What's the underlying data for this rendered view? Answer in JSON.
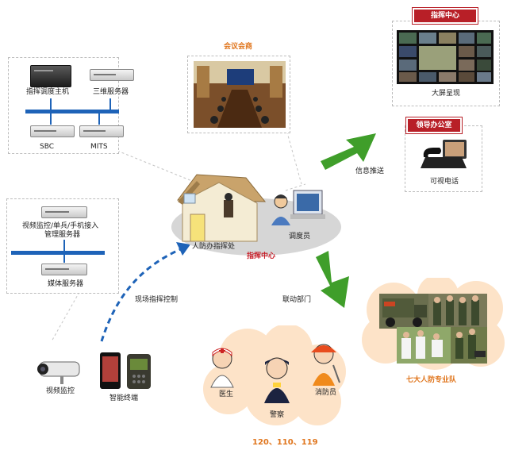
{
  "server_panel": {
    "dispatch_host": "指挥调度主机",
    "threed_server": "三维服务器",
    "sbc": "SBC",
    "mits": "MITS"
  },
  "access_panel": {
    "access_server_line1": "视频监控/单兵/手机接入",
    "access_server_line2": "管理服务器",
    "media_server": "媒体服务器"
  },
  "meeting": {
    "title": "会议会商"
  },
  "center": {
    "civil_defense": "人防办指挥处",
    "dispatcher": "调度员",
    "command_center": "指挥中心"
  },
  "command_center_box": {
    "badge": "指挥中心",
    "caption": "大屏呈现"
  },
  "leader_office": {
    "badge": "领导办公室",
    "caption": "可视电话"
  },
  "arrows": {
    "info_push": "信息推送",
    "linkage": "联动部门",
    "field_control": "现场指挥控制"
  },
  "field": {
    "video": "视频监控",
    "terminal": "智能终端"
  },
  "departments": {
    "doctor": "医生",
    "police": "警察",
    "firefighter": "消防员",
    "numbers": "120、110、119"
  },
  "teams": {
    "caption": "七大人防专业队"
  },
  "colors": {
    "accent_orange": "#e0761e",
    "badge_red": "#b81f27",
    "bus_blue": "#1e63b8",
    "arrow_green": "#3f9e2a"
  }
}
